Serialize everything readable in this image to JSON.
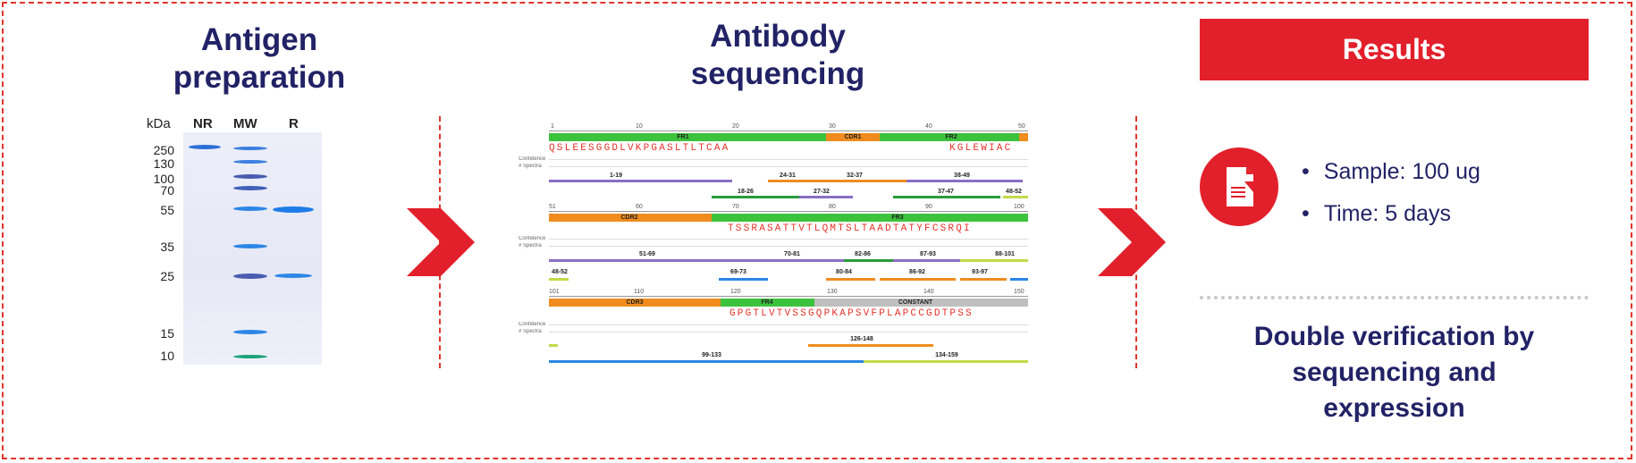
{
  "colors": {
    "accent": "#e2202b",
    "title": "#222266",
    "dash": "#e2342b"
  },
  "antigen": {
    "title_line1": "Antigen",
    "title_line2": "preparation",
    "unit": "kDa",
    "lanes": [
      "NR",
      "MW",
      "R"
    ],
    "markers": [
      "250",
      "130",
      "100",
      "70",
      "55",
      "35",
      "25",
      "15",
      "10"
    ]
  },
  "antibody": {
    "title_line1": "Antibody",
    "title_line2": "sequencing",
    "rows": [
      {
        "ruler": [
          "1",
          "10",
          "20",
          "30",
          "40",
          "50"
        ],
        "regions": [
          "FR1",
          "CDR1",
          "FR2"
        ],
        "seq_left": "QSLEESGGDLVKPGASLTLTCAA",
        "seq_right": "KGLEWIAC",
        "peptides": [
          "1-19",
          "24-31",
          "32-37",
          "38-49",
          "18-26",
          "27-32",
          "37-47",
          "48-52"
        ]
      },
      {
        "ruler": [
          "51",
          "60",
          "70",
          "80",
          "90",
          "100"
        ],
        "regions": [
          "CDR2",
          "FR3"
        ],
        "seq": "TSSRASATTVTLQMTSLTAADTATYFCSRQI",
        "peptides": [
          "51-69",
          "70-81",
          "82-86",
          "87-93",
          "88-101",
          "48-52",
          "69-73",
          "80-84",
          "86-92",
          "93-97"
        ]
      },
      {
        "ruler": [
          "101",
          "110",
          "120",
          "130",
          "140",
          "150"
        ],
        "regions": [
          "CDR3",
          "FR4",
          "CONSTANT"
        ],
        "seq": "GPGTLVTVSSGQPKAPSVFPLAPCCGDTPSS",
        "peptides": [
          "126-148",
          "99-133",
          "134-159"
        ]
      }
    ],
    "row_labels": [
      "Confidence",
      "# Spectra"
    ]
  },
  "results": {
    "banner": "Results",
    "bullets": [
      "Sample: 100 ug",
      "Time: 5 days"
    ],
    "verify_line1": "Double verification by",
    "verify_line2": "sequencing and",
    "verify_line3": "expression"
  }
}
